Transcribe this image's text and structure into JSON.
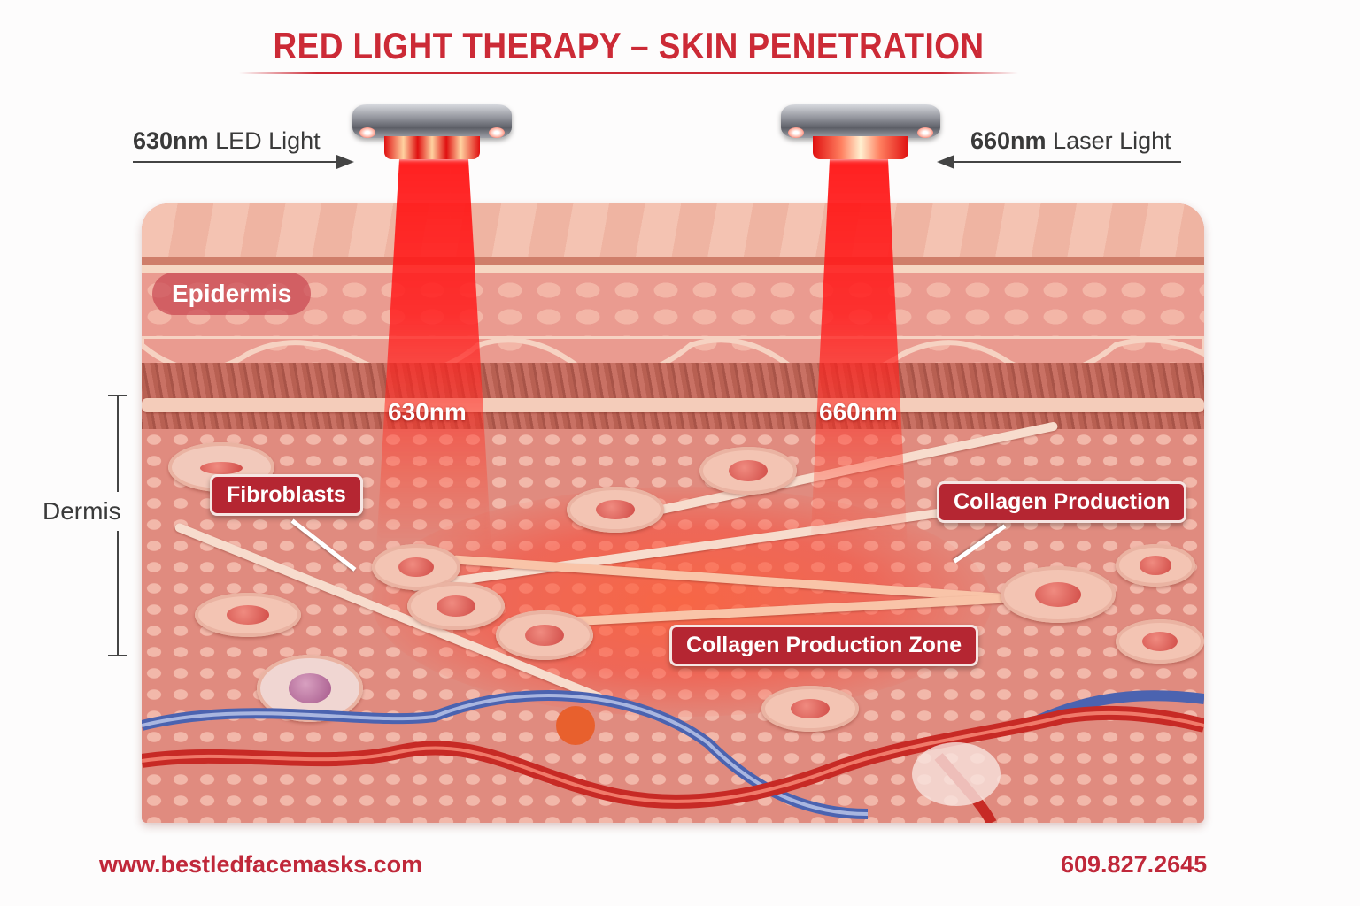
{
  "title": "RED LIGHT THERAPY – SKIN PENETRATION",
  "devices": [
    {
      "wavelength": "630nm",
      "type": "LED Light",
      "beam_label": "630nm"
    },
    {
      "wavelength": "660nm",
      "type": "Laser Light",
      "beam_label": "660nm"
    }
  ],
  "layers": {
    "epidermis": "Epidermis",
    "dermis": "Dermis"
  },
  "callouts": {
    "fibroblasts": "Fibroblasts",
    "collagen_production": "Collagen Production",
    "collagen_zone": "Collagen Production Zone"
  },
  "footer": {
    "website": "www.bestledfacemasks.com",
    "phone": "609.827.2645"
  },
  "colors": {
    "title_red": "#cc2a36",
    "label_red": "#b52632",
    "beam_red": "#ff1a1a",
    "text_dark": "#3a3a3a"
  }
}
